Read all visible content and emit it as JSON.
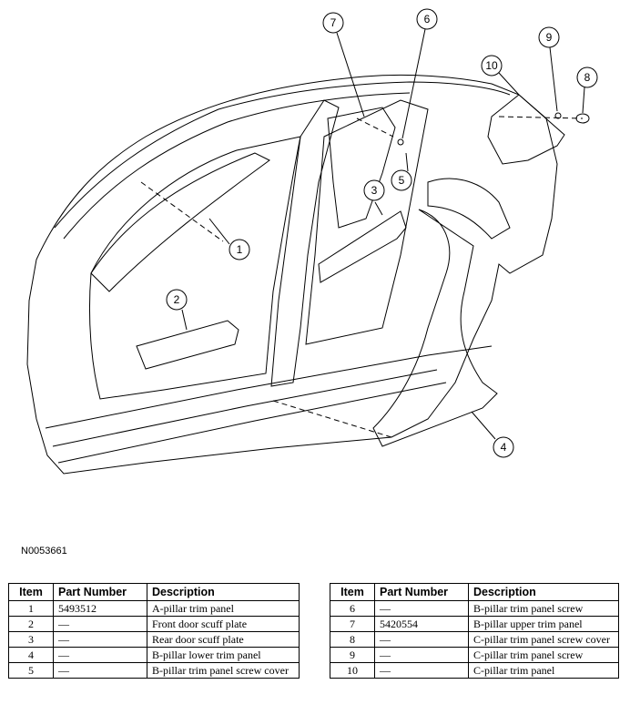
{
  "figure_id": "N0053661",
  "callouts": [
    "1",
    "2",
    "3",
    "4",
    "5",
    "6",
    "7",
    "8",
    "9",
    "10"
  ],
  "table": {
    "headers": {
      "item": "Item",
      "part_number": "Part Number",
      "description": "Description"
    },
    "left_rows": [
      {
        "item": "1",
        "part_number": "5493512",
        "description": "A-pillar trim panel"
      },
      {
        "item": "2",
        "part_number": "—",
        "description": "Front door scuff plate"
      },
      {
        "item": "3",
        "part_number": "—",
        "description": "Rear door scuff plate"
      },
      {
        "item": "4",
        "part_number": "—",
        "description": "B-pillar lower trim panel"
      },
      {
        "item": "5",
        "part_number": "—",
        "description": "B-pillar trim panel screw cover"
      }
    ],
    "right_rows": [
      {
        "item": "6",
        "part_number": "—",
        "description": "B-pillar trim panel screw"
      },
      {
        "item": "7",
        "part_number": "5420554",
        "description": "B-pillar upper trim panel"
      },
      {
        "item": "8",
        "part_number": "—",
        "description": "C-pillar trim panel screw cover"
      },
      {
        "item": "9",
        "part_number": "—",
        "description": "C-pillar trim panel screw"
      },
      {
        "item": "10",
        "part_number": "—",
        "description": "C-pillar trim panel"
      }
    ]
  }
}
